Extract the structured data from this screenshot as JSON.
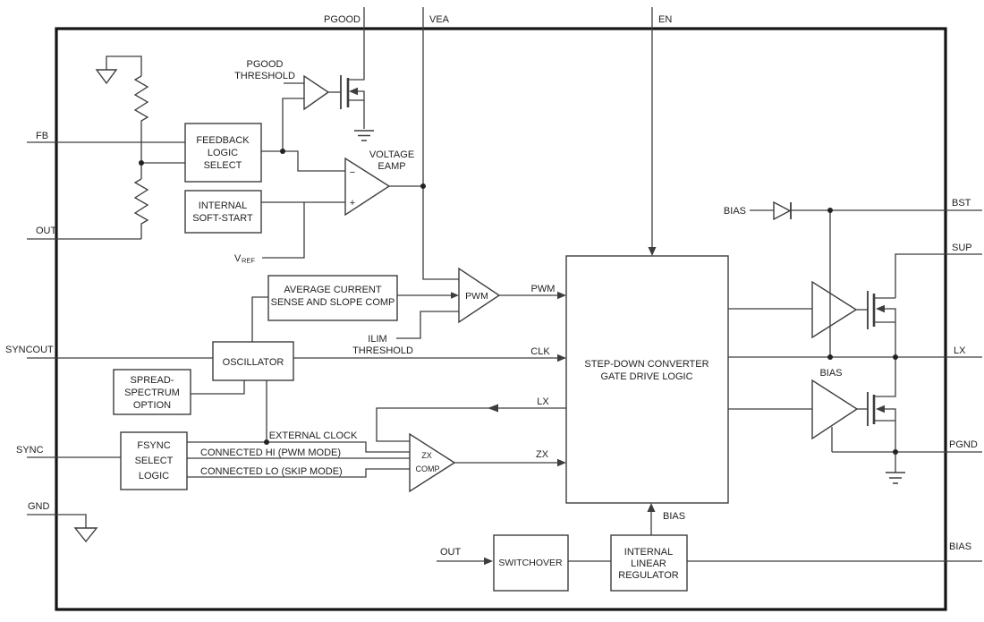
{
  "pins": {
    "top": [
      "PGOOD",
      "VEA",
      "EN"
    ],
    "left": [
      "FB",
      "OUT",
      "SYNCOUT",
      "SYNC",
      "GND"
    ],
    "right": [
      "BST",
      "SUP",
      "LX",
      "PGND",
      "BIAS"
    ]
  },
  "blocks": {
    "feedback_logic_select": [
      "FEEDBACK",
      "LOGIC",
      "SELECT"
    ],
    "internal_soft_start": [
      "INTERNAL",
      "SOFT-START"
    ],
    "average_current": [
      "AVERAGE CURRENT",
      "SENSE AND SLOPE COMP"
    ],
    "oscillator": [
      "OSCILLATOR"
    ],
    "spread_spectrum": [
      "SPREAD-",
      "SPECTRUM",
      "OPTION"
    ],
    "fsync_select": [
      "FSYNC",
      "SELECT",
      "LOGIC"
    ],
    "gate_drive": [
      "STEP-DOWN CONVERTER",
      "GATE DRIVE LOGIC"
    ],
    "switchover": [
      "SWITCHOVER"
    ],
    "linear_regulator": [
      "INTERNAL",
      "LINEAR",
      "REGULATOR"
    ]
  },
  "labels": {
    "pgood_threshold": [
      "PGOOD",
      "THRESHOLD"
    ],
    "voltage_eamp": [
      "VOLTAGE",
      "EAMP"
    ],
    "vref": "V",
    "vref_sub": "REF",
    "eamp_minus": "−",
    "eamp_plus": "+",
    "pwm_comparator": "PWM",
    "ilim_threshold": [
      "ILIM",
      "THRESHOLD"
    ],
    "external_clock": "EXTERNAL CLOCK",
    "connected_hi": "CONNECTED HI (PWM MODE)",
    "connected_lo": "CONNECTED LO (SKIP MODE)",
    "zx_comparator": [
      "ZX",
      "COMP"
    ],
    "signal_pwm": "PWM",
    "signal_clk": "CLK",
    "signal_lx": "LX",
    "signal_zx": "ZX",
    "bias_bst_diode": "BIAS",
    "bias_low_driver": "BIAS",
    "bias_regulator": "BIAS",
    "out_switchover": "OUT"
  },
  "colors": {
    "wire": "#3d3d3d",
    "border": "#141414",
    "text": "#1f1f1f",
    "background": "#ffffff"
  }
}
